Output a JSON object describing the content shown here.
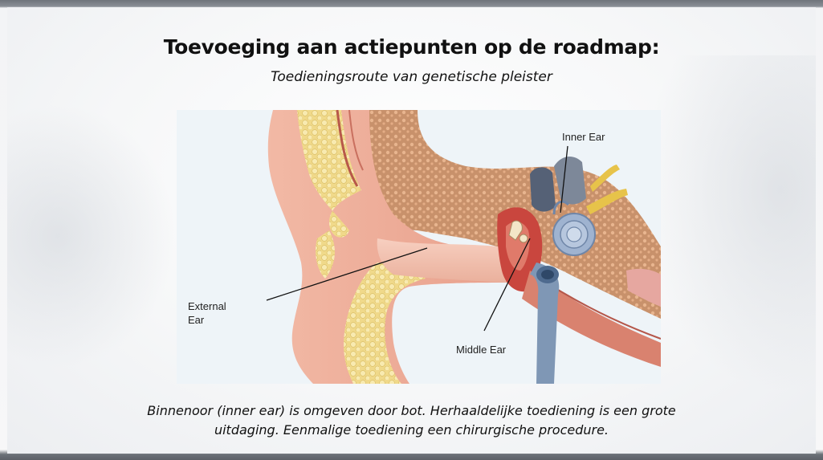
{
  "slide": {
    "title": "Toevoeging aan actiepunten op de roadmap:",
    "subtitle": "Toedieningsroute van genetische pleister",
    "caption_line1": "Binnenoor (inner ear) is omgeven door bot. Herhaaldelijke toediening is een grote",
    "caption_line2": "uitdaging. Eenmalige toediening een chirurgische procedure."
  },
  "figure": {
    "labels": {
      "inner_ear": "Inner Ear",
      "external_ear_1": "External",
      "external_ear_2": "Ear",
      "middle_ear": "Middle Ear"
    }
  }
}
